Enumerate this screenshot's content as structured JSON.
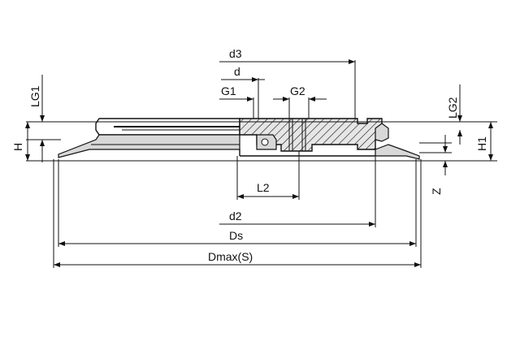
{
  "labels": {
    "d3": "d3",
    "d": "d",
    "G1": "G1",
    "G2": "G2",
    "LG1": "LG1",
    "LG2": "LG2",
    "H": "H",
    "H1": "H1",
    "L2": "L2",
    "Z": "Z",
    "d2": "d2",
    "Ds": "Ds",
    "Dmax": "Dmax(S)"
  }
}
